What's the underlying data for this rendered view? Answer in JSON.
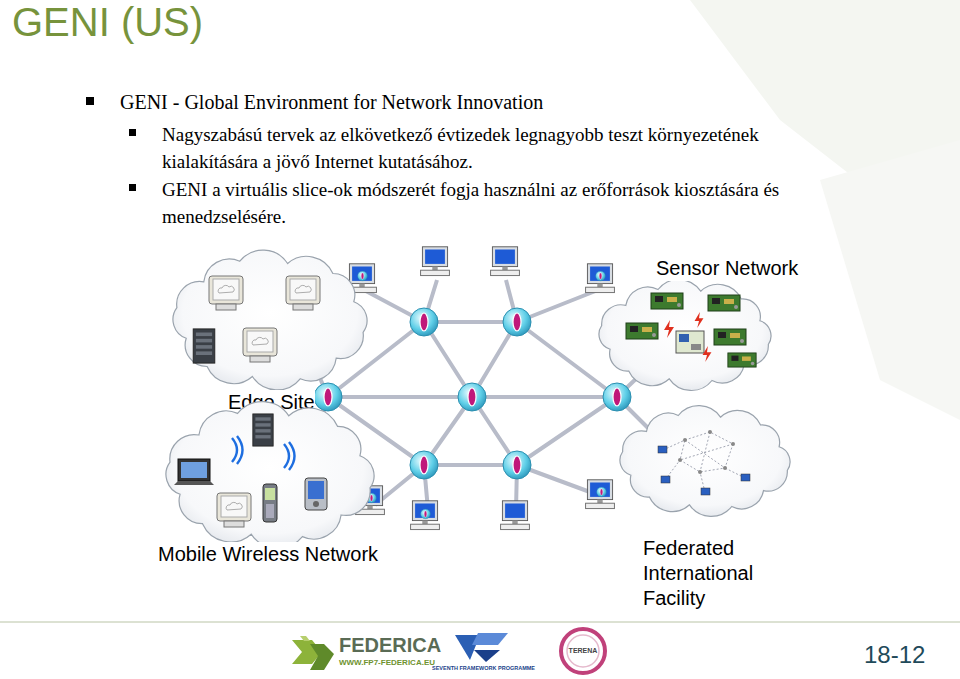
{
  "diagram": {
    "title": "GENI (US)",
    "nodes": [
      {
        "text": [
          "Sensor Network"
        ]
      },
      {
        "text": [
          "Edge Site"
        ]
      },
      {
        "text": [
          "Mobile Wireless Network"
        ]
      },
      {
        "text": [
          "Federated International Facility"
        ]
      }
    ],
    "labels": [
      "GENI - Global Environment for Network Innovation",
      "Nagyszabású tervek az elkövetkező évtizedek legnagyobb teszt környezetének kialakítására a jövő Internet kutatásához.",
      "GENI a virtuális slice-ok módszerét fogja használni az erőforrások kiosztására és menedzselésére.",
      "FEDERICA",
      "WWW.FP7-FEDERICA.EU",
      "SEVENTH FRAMEWORK PROGRAMME",
      "TERENA",
      "18-12"
    ]
  }
}
